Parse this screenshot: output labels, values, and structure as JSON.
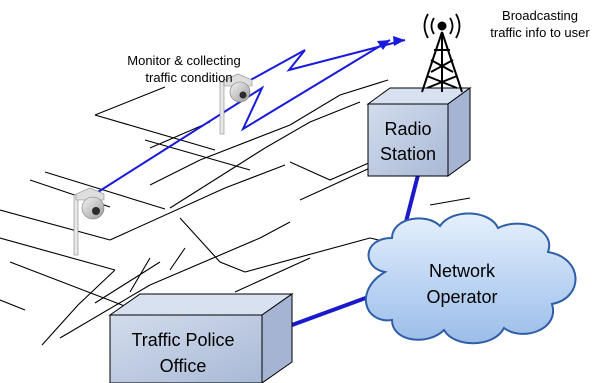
{
  "labels": {
    "monitor_line1": "Monitor & collecting",
    "monitor_line2": "traffic condition",
    "broadcast_line1": "Broadcasting",
    "broadcast_line2": "traffic info to user",
    "radio_line1": "Radio",
    "radio_line2": "Station",
    "network_line1": "Network",
    "network_line2": "Operator",
    "police_line1": "Traffic Police",
    "police_line2": "Office"
  },
  "colors": {
    "wireless_link": "#1a1adc",
    "wired_link": "#1a1acc",
    "box_face": "#b9c7e0",
    "box_top": "#d7e1f0",
    "box_side": "#a4b4d2",
    "cloud_fill": "#bcd6f4",
    "cloud_stroke": "#2f5ea8",
    "road_line": "#000000"
  },
  "icons": [
    "cctv-camera-icon",
    "cctv-camera-icon",
    "radio-tower-icon",
    "signal-waves-icon",
    "network-cloud-icon"
  ]
}
